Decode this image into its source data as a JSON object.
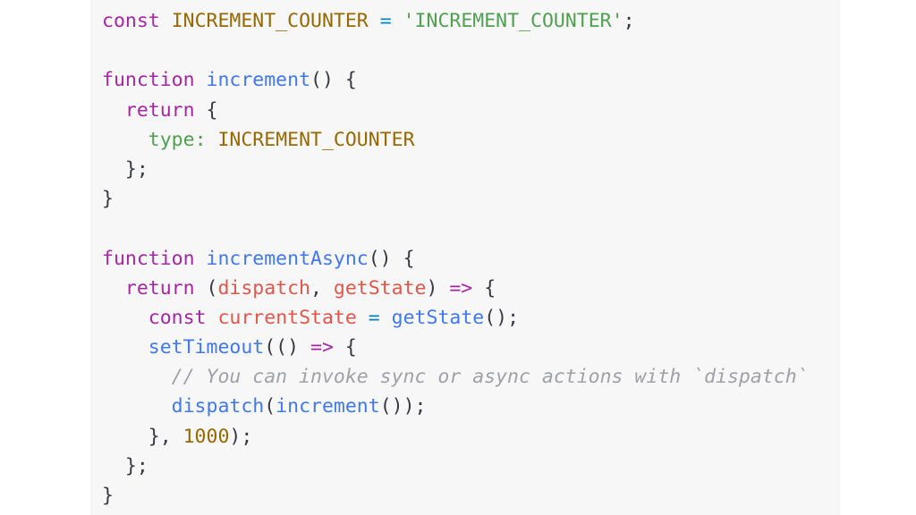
{
  "colors": {
    "background": "#ffffff",
    "code_background": "#f7f7f8",
    "keyword": "#a626a4",
    "constant": "#986801",
    "string": "#50a14f",
    "function": "#4078f2",
    "parameter": "#e45649",
    "comment": "#a0a1a7",
    "number": "#986801",
    "operator": "#0184bc",
    "punctuation": "#383a42",
    "property": "#50a14f"
  },
  "code_lines": [
    [
      {
        "text": "const",
        "kind": "kw"
      },
      {
        "text": " ",
        "kind": "pun"
      },
      {
        "text": "INCREMENT_COUNTER",
        "kind": "con"
      },
      {
        "text": " ",
        "kind": "pun"
      },
      {
        "text": "=",
        "kind": "op"
      },
      {
        "text": " ",
        "kind": "pun"
      },
      {
        "text": "'INCREMENT_COUNTER'",
        "kind": "str"
      },
      {
        "text": ";",
        "kind": "pun"
      }
    ],
    [],
    [
      {
        "text": "function",
        "kind": "kw"
      },
      {
        "text": " ",
        "kind": "pun"
      },
      {
        "text": "increment",
        "kind": "fn"
      },
      {
        "text": "() {",
        "kind": "pun"
      }
    ],
    [
      {
        "text": "  ",
        "kind": "pun"
      },
      {
        "text": "return",
        "kind": "kw"
      },
      {
        "text": " {",
        "kind": "pun"
      }
    ],
    [
      {
        "text": "    ",
        "kind": "pun"
      },
      {
        "text": "type",
        "kind": "prop"
      },
      {
        "text": ":",
        "kind": "prop"
      },
      {
        "text": " ",
        "kind": "pun"
      },
      {
        "text": "INCREMENT_COUNTER",
        "kind": "con"
      }
    ],
    [
      {
        "text": "  };",
        "kind": "pun"
      }
    ],
    [
      {
        "text": "}",
        "kind": "pun"
      }
    ],
    [],
    [
      {
        "text": "function",
        "kind": "kw"
      },
      {
        "text": " ",
        "kind": "pun"
      },
      {
        "text": "incrementAsync",
        "kind": "fn"
      },
      {
        "text": "() {",
        "kind": "pun"
      }
    ],
    [
      {
        "text": "  ",
        "kind": "pun"
      },
      {
        "text": "return",
        "kind": "kw"
      },
      {
        "text": " (",
        "kind": "pun"
      },
      {
        "text": "dispatch",
        "kind": "par"
      },
      {
        "text": ", ",
        "kind": "pun"
      },
      {
        "text": "getState",
        "kind": "par"
      },
      {
        "text": ") ",
        "kind": "pun"
      },
      {
        "text": "=>",
        "kind": "kw"
      },
      {
        "text": " {",
        "kind": "pun"
      }
    ],
    [
      {
        "text": "    ",
        "kind": "pun"
      },
      {
        "text": "const",
        "kind": "kw"
      },
      {
        "text": " ",
        "kind": "pun"
      },
      {
        "text": "currentState",
        "kind": "par"
      },
      {
        "text": " ",
        "kind": "pun"
      },
      {
        "text": "=",
        "kind": "op"
      },
      {
        "text": " ",
        "kind": "pun"
      },
      {
        "text": "getState",
        "kind": "fn"
      },
      {
        "text": "();",
        "kind": "pun"
      }
    ],
    [
      {
        "text": "    ",
        "kind": "pun"
      },
      {
        "text": "setTimeout",
        "kind": "fn"
      },
      {
        "text": "(() ",
        "kind": "pun"
      },
      {
        "text": "=>",
        "kind": "kw"
      },
      {
        "text": " {",
        "kind": "pun"
      }
    ],
    [
      {
        "text": "      ",
        "kind": "pun"
      },
      {
        "text": "// You can invoke sync or async actions with `dispatch`",
        "kind": "cmt"
      }
    ],
    [
      {
        "text": "      ",
        "kind": "pun"
      },
      {
        "text": "dispatch",
        "kind": "fn"
      },
      {
        "text": "(",
        "kind": "pun"
      },
      {
        "text": "increment",
        "kind": "fn"
      },
      {
        "text": "());",
        "kind": "pun"
      }
    ],
    [
      {
        "text": "    }, ",
        "kind": "pun"
      },
      {
        "text": "1000",
        "kind": "num"
      },
      {
        "text": ");",
        "kind": "pun"
      }
    ],
    [
      {
        "text": "  };",
        "kind": "pun"
      }
    ],
    [
      {
        "text": "}",
        "kind": "pun"
      }
    ]
  ]
}
